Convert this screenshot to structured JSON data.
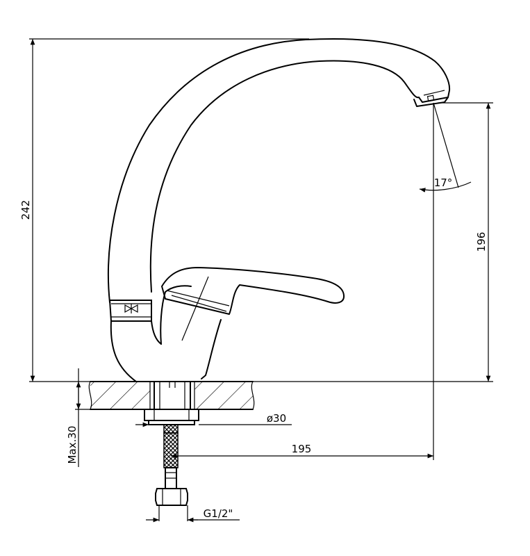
{
  "drawing": {
    "dimensions": {
      "overall_height": "242",
      "outlet_height": "196",
      "spout_angle": "17°",
      "diameter": "ø30",
      "reach": "195",
      "max_counter_thickness": "Max.30",
      "connection_thread": "G1/2\""
    },
    "colors": {
      "line": "#000000",
      "background": "#ffffff"
    },
    "icons": [
      "hot-cold-indicator-icon",
      "hatch-pattern"
    ]
  }
}
